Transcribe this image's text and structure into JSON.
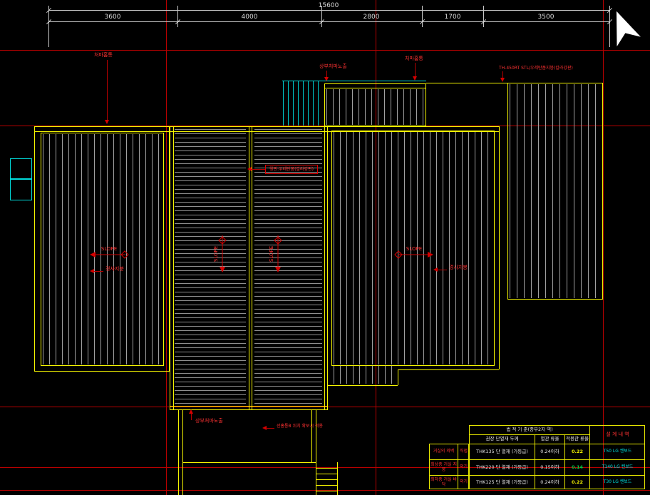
{
  "dimensions": {
    "total": "15600",
    "segments": [
      "3600",
      "4000",
      "2800",
      "1700",
      "3500"
    ]
  },
  "annotations": {
    "gutter_left": "처마홈통",
    "eaves_exposed_top": "상부처마노출",
    "gutter_center": "처마홈통",
    "roof_spec": "TH-450RT STL/우레탄폼지붕(칼라강판)",
    "panel_note": "윗판:우레탄폼(칼라강판)",
    "slope_label": "SLOPE",
    "roof_slope_left": "경사지붕",
    "roof_slope_right": "경사지붕",
    "eaves_exposed_bottom": "상부처마노출",
    "downspout_note": "선홈통B 위치 확보시 적용"
  },
  "table": {
    "title": "법 적 기 준(중부2지 역)",
    "design_header": "설 계 내 역",
    "col_material": "권장 단열재 두께",
    "col_u": "열관 류율",
    "col_applied": "적용관 류율",
    "rows": [
      {
        "name": "거실의 외벽",
        "sub": "직접",
        "material": "THK135 단 열재 (가등급)",
        "u": "0.24이하",
        "applied": "0.22",
        "design": "T50 LG 켄보드"
      },
      {
        "name": "최상층 거실 지붕",
        "sub": "외기",
        "material": "THK220 단 열재 (가등급)",
        "u": "0.15이하",
        "applied": "0.14",
        "design": "T140 LG 켄보드"
      },
      {
        "name": "최하층 거실 바닥",
        "sub": "외기",
        "material": "THK125 단 열재 (가등급)",
        "u": "0.24이하",
        "applied": "0.22",
        "design": "T30 LG 켄보드"
      }
    ]
  },
  "colors": {
    "background": "#000000",
    "construction_grid": "#b80000",
    "roof_outline": "#f5f500",
    "hatch": "#a0a0a0",
    "annotation_red": "#ff3232",
    "cyan": "#00dcdc",
    "dimension": "#d8d8d8",
    "applied_ok": "#f5f500",
    "applied_good": "#00cc44"
  }
}
